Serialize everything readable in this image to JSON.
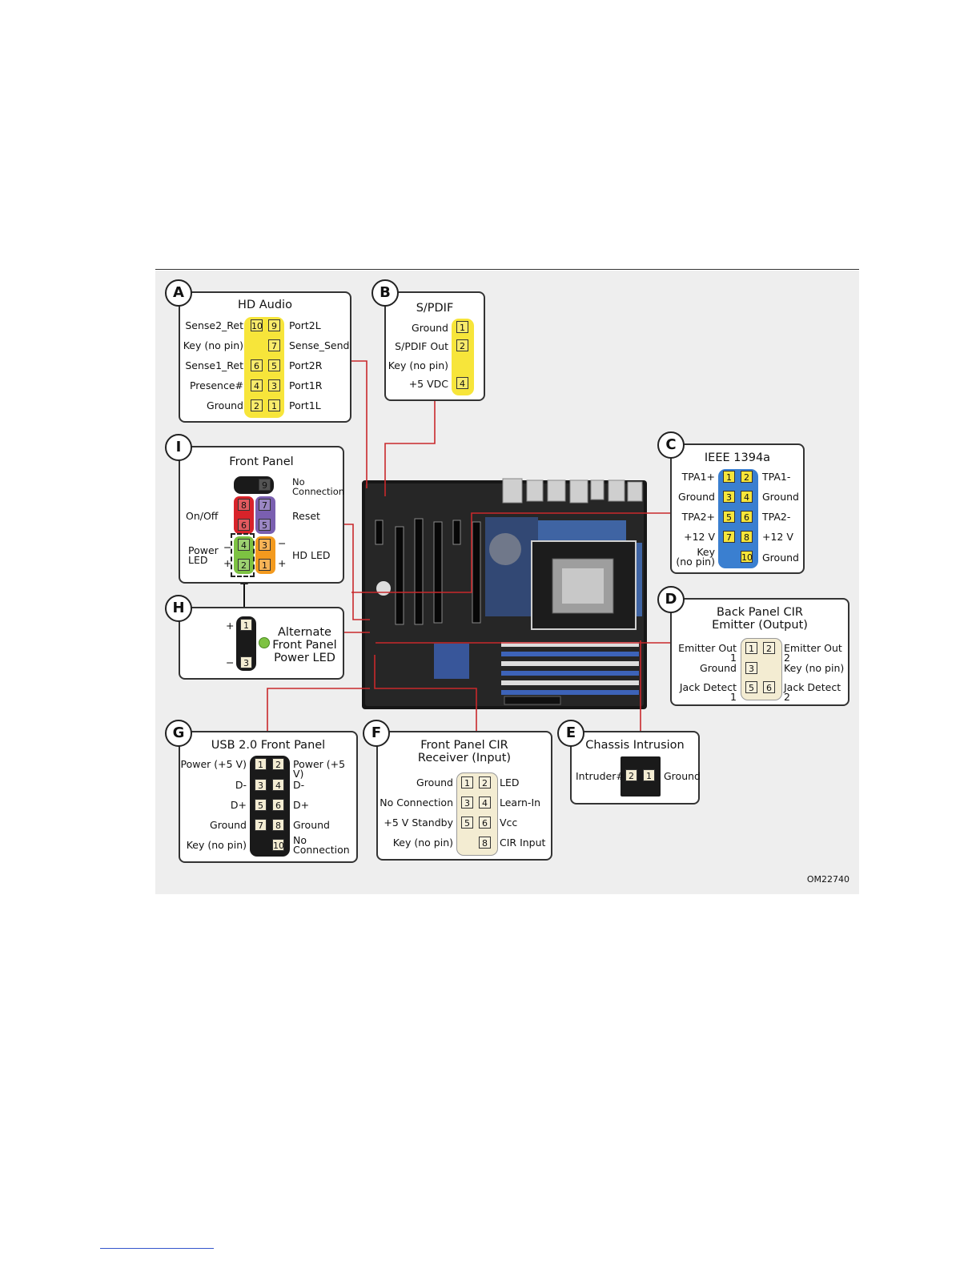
{
  "part_number": "OM22740",
  "panels": {
    "A": {
      "letter": "A",
      "title": "HD Audio",
      "left": [
        "Sense2_Ret",
        "Key (no pin)",
        "Sense1_Ret",
        "Presence#",
        "Ground"
      ],
      "right": [
        "Port2L",
        "Sense_Send",
        "Port2R",
        "Port1R",
        "Port1L"
      ],
      "pins_left": [
        "10",
        "",
        "6",
        "4",
        "2"
      ],
      "pins_right": [
        "9",
        "7",
        "5",
        "3",
        "1"
      ]
    },
    "B": {
      "letter": "B",
      "title": "S/PDIF",
      "labels": [
        "Ground",
        "S/PDIF Out",
        "Key (no pin)",
        "+5 VDC"
      ],
      "pins": [
        "1",
        "2",
        "",
        "4"
      ]
    },
    "C": {
      "letter": "C",
      "title": "IEEE 1394a",
      "left": [
        "TPA1+",
        "Ground",
        "TPA2+",
        "+12 V",
        "Key\n(no pin)"
      ],
      "right": [
        "TPA1-",
        "Ground",
        "TPA2-",
        "+12 V",
        "Ground"
      ],
      "pins_left": [
        "1",
        "3",
        "5",
        "7",
        ""
      ],
      "pins_right": [
        "2",
        "4",
        "6",
        "8",
        "10"
      ]
    },
    "D": {
      "letter": "D",
      "title": "Back Panel CIR\nEmitter (Output)",
      "left": [
        "Emitter Out 1",
        "Ground",
        "Jack Detect 1"
      ],
      "right": [
        "Emitter Out 2",
        "Key (no pin)",
        "Jack Detect 2"
      ],
      "pins_left": [
        "1",
        "3",
        "5"
      ],
      "pins_right": [
        "2",
        "",
        "6"
      ]
    },
    "E": {
      "letter": "E",
      "title": "Chassis Intrusion",
      "left": "Intruder#",
      "right": "Ground",
      "pins": [
        "2",
        "1"
      ]
    },
    "F": {
      "letter": "F",
      "title": "Front Panel CIR\nReceiver (Input)",
      "left": [
        "Ground",
        "No Connection",
        "+5 V Standby",
        "Key (no pin)"
      ],
      "right": [
        "LED",
        "Learn-In",
        "Vcc",
        "CIR Input"
      ],
      "pins_left": [
        "1",
        "3",
        "5",
        ""
      ],
      "pins_right": [
        "2",
        "4",
        "6",
        "8"
      ]
    },
    "G": {
      "letter": "G",
      "title": "USB 2.0 Front Panel",
      "left": [
        "Power (+5 V)",
        "D-",
        "D+",
        "Ground",
        "Key (no pin)"
      ],
      "right": [
        "Power (+5 V)",
        "D-",
        "D+",
        "Ground",
        "No\nConnection"
      ],
      "pins_left": [
        "1",
        "3",
        "5",
        "7",
        ""
      ],
      "pins_right": [
        "2",
        "4",
        "6",
        "8",
        "10"
      ]
    },
    "H": {
      "letter": "H",
      "title": "Alternate\nFront Panel\nPower LED",
      "plus": "+",
      "minus": "−",
      "pins": [
        "1",
        "",
        "3"
      ]
    },
    "I": {
      "letter": "I",
      "title": "Front Panel",
      "no_connection": "No\nConnection",
      "reset": "Reset",
      "onoff": "On/Off",
      "power_led": "Power\nLED",
      "hd_led": "HD LED",
      "minus": "−",
      "plus": "+",
      "pins": [
        "9",
        "8",
        "7",
        "6",
        "5",
        "4",
        "3",
        "2",
        "1"
      ]
    }
  },
  "colors": {
    "yellow": "#f7e53a",
    "blue": "#3a7fd0",
    "cream": "#f3ecd2",
    "black": "#1a1a1a",
    "red": "#d8232a",
    "purple": "#7a5fb0",
    "green": "#7dc242",
    "orange": "#f39a1e",
    "leader": "#c8282c"
  }
}
